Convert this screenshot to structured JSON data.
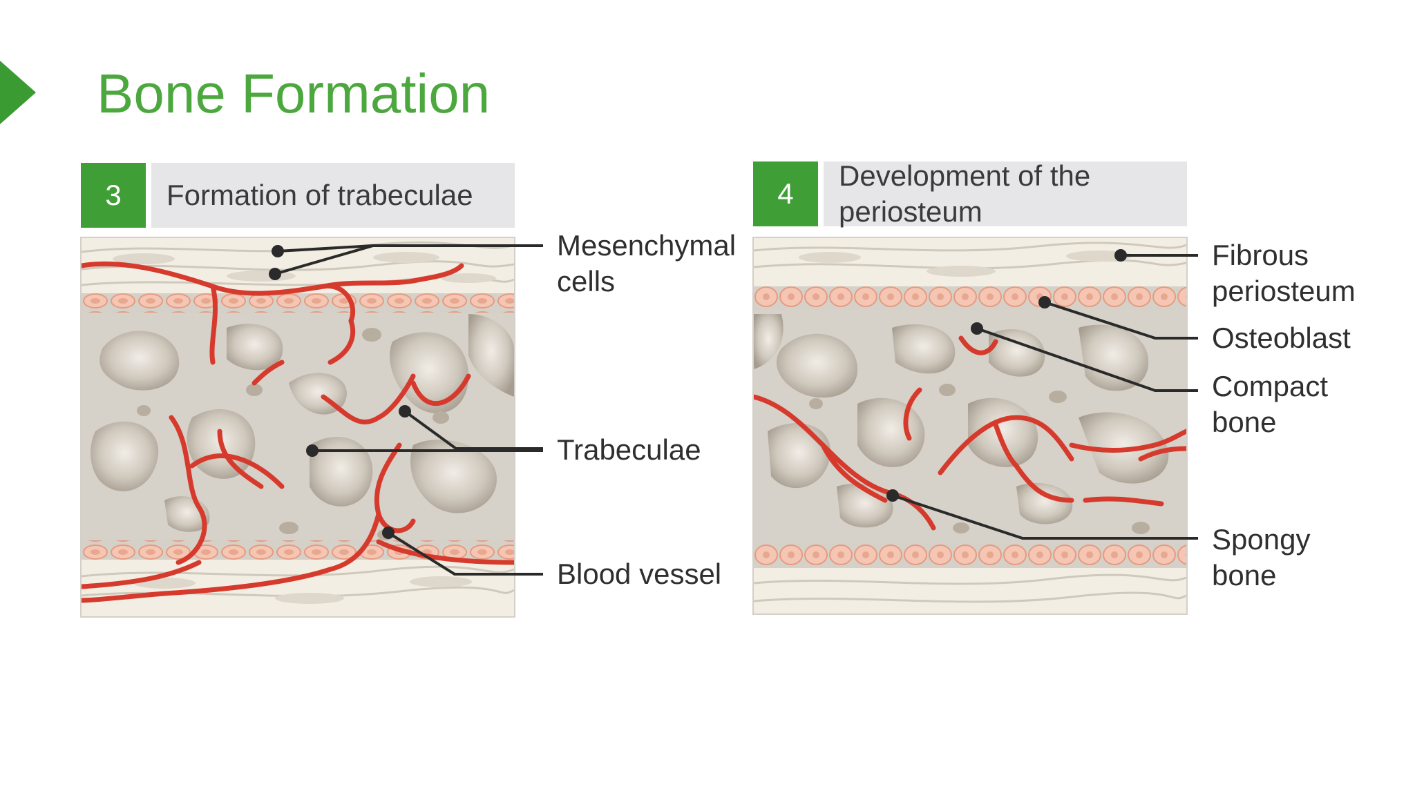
{
  "slide": {
    "title": "Bone Formation"
  },
  "panels": [
    {
      "step_number": "3",
      "heading": "Formation of trabeculae",
      "labels": {
        "mesenchymal": "Mesenchymal\ncells",
        "trabeculae": "Trabeculae",
        "blood_vessel": "Blood vessel"
      }
    },
    {
      "step_number": "4",
      "heading": "Development of the\nperiosteum",
      "labels": {
        "fibrous": "Fibrous\nperiosteum",
        "osteoblast": "Osteoblast",
        "compact": "Compact\nbone",
        "spongy": "Spongy\nbone"
      }
    }
  ],
  "colors": {
    "accent_green": "#3f9f36",
    "title_green": "#4ca83e",
    "vessel_red": "#d63a2c",
    "bone_beige": "#d5d0c8",
    "fibrous_cream": "#f4efe4",
    "osteoblast_pink": "#f1b8a2"
  }
}
